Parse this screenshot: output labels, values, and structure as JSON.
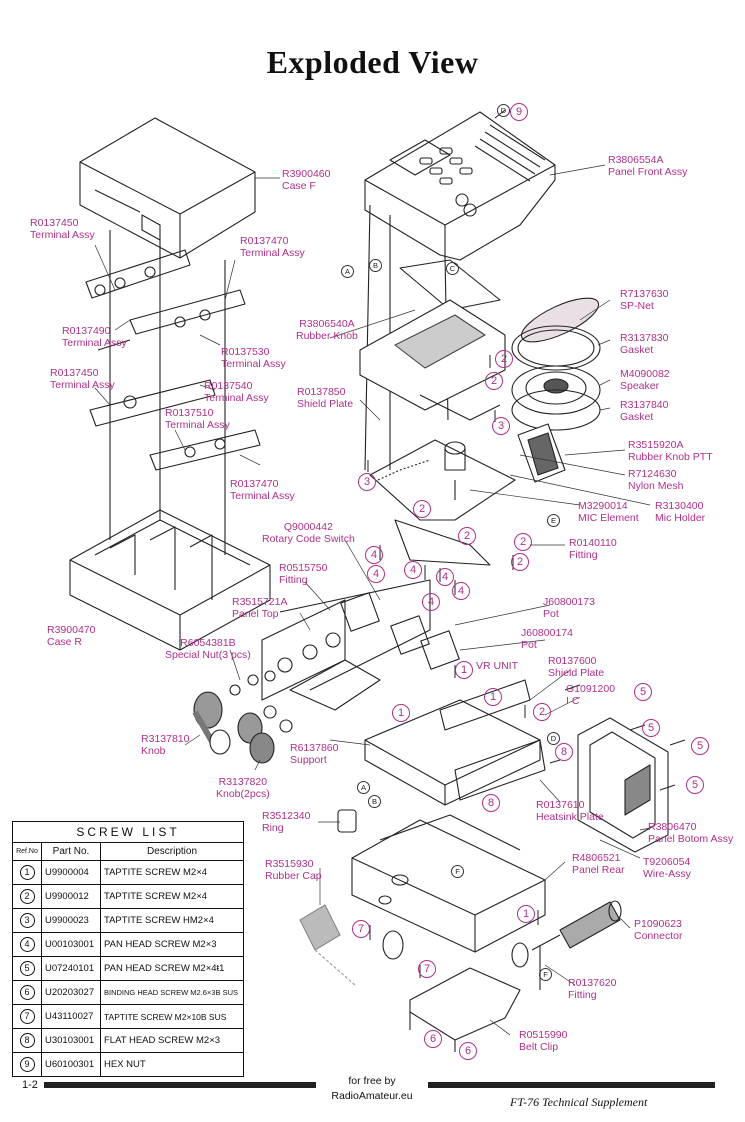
{
  "title": "Exploded View",
  "labels": [
    {
      "id": "case-f",
      "pn": "R3900460",
      "nm": "Case F"
    },
    {
      "id": "panel-front-assy",
      "pn": "R3806554A",
      "nm": "Panel Front Assy"
    },
    {
      "id": "terminal-assy-1",
      "pn": "R0137450",
      "nm": "Terminal Assy"
    },
    {
      "id": "terminal-assy-2",
      "pn": "R0137470",
      "nm": "Terminal Assy"
    },
    {
      "id": "terminal-assy-3",
      "pn": "R0137490",
      "nm": "Terminal Assy"
    },
    {
      "id": "terminal-assy-4",
      "pn": "R0137530",
      "nm": "Terminal Assy"
    },
    {
      "id": "terminal-assy-5",
      "pn": "R0137450",
      "nm": "Terminal Assy"
    },
    {
      "id": "terminal-assy-6",
      "pn": "R0137540",
      "nm": "Terminal Assy"
    },
    {
      "id": "terminal-assy-7",
      "pn": "R0137510",
      "nm": "Terminal Assy"
    },
    {
      "id": "terminal-assy-8",
      "pn": "R0137470",
      "nm": "Terminal Assy"
    },
    {
      "id": "rubber-knob",
      "pn": "R3806540A",
      "nm": "Rubber Knob"
    },
    {
      "id": "sp-net",
      "pn": "R7137630",
      "nm": "SP-Net"
    },
    {
      "id": "gasket-1",
      "pn": "R3137830",
      "nm": "Gasket"
    },
    {
      "id": "speaker",
      "pn": "M4090082",
      "nm": "Speaker"
    },
    {
      "id": "gasket-2",
      "pn": "R3137840",
      "nm": "Gasket"
    },
    {
      "id": "shield-plate-1",
      "pn": "R0137850",
      "nm": "Shield Plate"
    },
    {
      "id": "rubber-knob-ptt",
      "pn": "R3515920A",
      "nm": "Rubber Knob PTT"
    },
    {
      "id": "nylon-mesh",
      "pn": "R7124630",
      "nm": "Nylon Mesh"
    },
    {
      "id": "mic-element",
      "pn": "M3290014",
      "nm": "MIC Element"
    },
    {
      "id": "mic-holder",
      "pn": "R3130400",
      "nm": "Mic Holder"
    },
    {
      "id": "rotary-code-switch",
      "pn": "Q9000442",
      "nm": "Rotary Code Switch"
    },
    {
      "id": "fitting-1",
      "pn": "R0140110",
      "nm": "Fitting"
    },
    {
      "id": "fitting-2",
      "pn": "R0515750",
      "nm": "Fitting"
    },
    {
      "id": "pot-1",
      "pn": "J60800173",
      "nm": "Pot"
    },
    {
      "id": "panel-top",
      "pn": "R3515721A",
      "nm": "Panel Top"
    },
    {
      "id": "pot-2",
      "pn": "J60800174",
      "nm": "Pot"
    },
    {
      "id": "case-r",
      "pn": "R3900470",
      "nm": "Case R"
    },
    {
      "id": "special-nut",
      "pn": "R6054381B",
      "nm": "Special Nut(3 pcs)"
    },
    {
      "id": "vr-unit",
      "pn": "",
      "nm": "VR UNIT"
    },
    {
      "id": "shield-plate-2",
      "pn": "R0137600",
      "nm": "Shield Plate"
    },
    {
      "id": "ic",
      "pn": "G1091200",
      "nm": "I C"
    },
    {
      "id": "knob",
      "pn": "R3137810",
      "nm": "Knob"
    },
    {
      "id": "support",
      "pn": "R6137860",
      "nm": "Support"
    },
    {
      "id": "knob-2pcs",
      "pn": "R3137820",
      "nm": "Knob(2pcs)"
    },
    {
      "id": "ring",
      "pn": "R3512340",
      "nm": "Ring"
    },
    {
      "id": "heatsink-plate",
      "pn": "R0137610",
      "nm": "Heatsink Plate"
    },
    {
      "id": "panel-bottom-assy",
      "pn": "R3806470",
      "nm": "Panel Botom Assy"
    },
    {
      "id": "rubber-cap",
      "pn": "R3515930",
      "nm": "Rubber Cap"
    },
    {
      "id": "panel-rear",
      "pn": "R4806521",
      "nm": "Panel Rear"
    },
    {
      "id": "wire-assy",
      "pn": "T9206054",
      "nm": "Wire-Assy"
    },
    {
      "id": "connector",
      "pn": "P1090623",
      "nm": "Connector"
    },
    {
      "id": "fitting-3",
      "pn": "R0137620",
      "nm": "Fitting"
    },
    {
      "id": "belt-clip",
      "pn": "R0515990",
      "nm": "Belt Clip"
    }
  ],
  "callouts": [
    "9",
    "2",
    "2",
    "3",
    "3",
    "2",
    "2",
    "2",
    "4",
    "4",
    "4",
    "4",
    "4",
    "4",
    "2",
    "1",
    "1",
    "1",
    "5",
    "5",
    "5",
    "5",
    "8",
    "8",
    "1",
    "7",
    "7",
    "6",
    "6"
  ],
  "letters": [
    "D",
    "A",
    "B",
    "C",
    "E",
    "D",
    "A",
    "B",
    "F",
    "F"
  ],
  "screw_list": {
    "title": "SCREW LIST",
    "headers": [
      "Ref.No",
      "Part No.",
      "Description"
    ],
    "rows": [
      {
        "ref": "1",
        "part": "U9900004",
        "desc": "TAPTITE SCREW M2×4"
      },
      {
        "ref": "2",
        "part": "U9900012",
        "desc": "TAPTITE SCREW M2×4"
      },
      {
        "ref": "3",
        "part": "U9900023",
        "desc": "TAPTITE SCREW HM2×4"
      },
      {
        "ref": "4",
        "part": "U00103001",
        "desc": "PAN HEAD SCREW M2×3"
      },
      {
        "ref": "5",
        "part": "U07240101",
        "desc": "PAN HEAD SCREW M2×4ŧ1"
      },
      {
        "ref": "6",
        "part": "U20203027",
        "desc": "BINDING HEAD SCREW M2.6×3B SUS"
      },
      {
        "ref": "7",
        "part": "U43110027",
        "desc": "TAPTITE SCREW M2×10B SUS"
      },
      {
        "ref": "8",
        "part": "U30103001",
        "desc": "FLAT HEAD SCREW M2×3"
      },
      {
        "ref": "9",
        "part": "U60100301",
        "desc": "HEX NUT"
      }
    ]
  },
  "footer": {
    "page": "1-2",
    "credit_line1": "for free by",
    "credit_line2": "RadioAmateur.eu",
    "right": "FT-76  Technical  Supplement"
  }
}
